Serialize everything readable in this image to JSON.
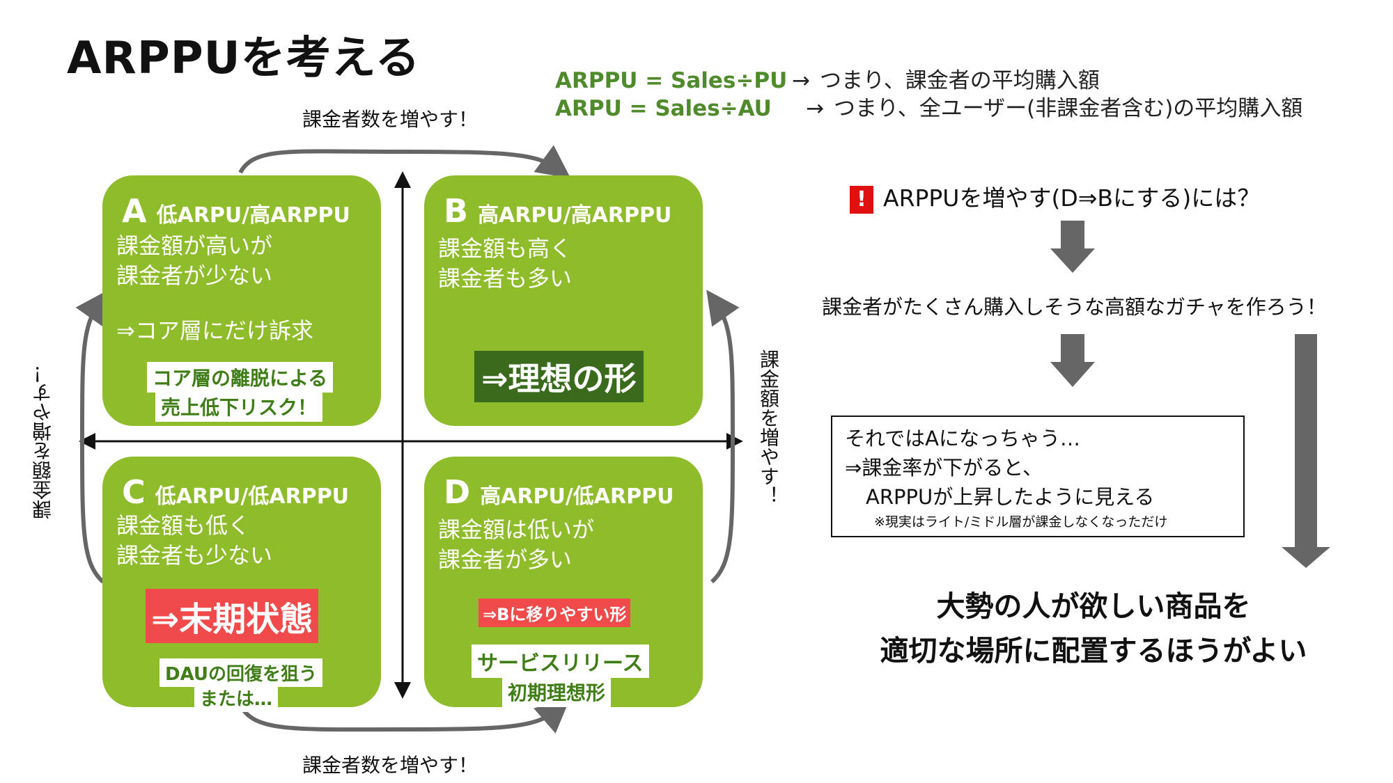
{
  "title": "ARPPUを考える",
  "definitions": [
    {
      "formula": "ARPPU = Sales÷PU",
      "arrow": "→",
      "meaning": "つまり、課金者の平均購入額"
    },
    {
      "formula": "ARPU = Sales÷AU",
      "arrow": "→",
      "meaning": "つまり、全ユーザー(非課金者含む)の平均購入額"
    }
  ],
  "side_labels": {
    "top": "課金者数を増やす！",
    "bottom": "課金者数を増やす！",
    "left": "課金額を増やす！",
    "right": "課金額を増やす！"
  },
  "quadrants": {
    "A": {
      "letter": "A",
      "title": "低ARPU/高ARPPU",
      "desc": "課金額が高いが\n課金者が少ない",
      "note": "⇒コア層にだけ訴求",
      "tag_line1": "コア層の離脱による",
      "tag_line2": "売上低下リスク！"
    },
    "B": {
      "letter": "B",
      "title": "高ARPU/高ARPPU",
      "desc": "課金額も高く\n課金者も多い",
      "tag": "⇒理想の形"
    },
    "C": {
      "letter": "C",
      "title": "低ARPU/低ARPPU",
      "desc": "課金額も低く\n課金者も少ない",
      "tag": "⇒末期状態",
      "sub_line1": "DAUの回復を狙う",
      "sub_line2": "または…"
    },
    "D": {
      "letter": "D",
      "title": "高ARPU/低ARPPU",
      "desc": "課金額は低いが\n課金者が多い",
      "tag": "⇒Bに移りやすい形",
      "sub_line1": "サービスリリース",
      "sub_line2": "初期理想形"
    }
  },
  "flow": {
    "warning_icon": "!",
    "question": "ARPPUを増やす(D⇒Bにする)には？",
    "step": "課金者がたくさん購入しそうな高額なガチャを作ろう！",
    "box_line1": "それではAになっちゃう…",
    "box_line2": "⇒課金率が下がると、",
    "box_line3": "ARPPUが上昇したように見える",
    "box_note": "※現実はライト/ミドル層が課金しなくなっただけ",
    "conclusion": "大勢の人が欲しい商品を\n適切な場所に配置するほうがよい"
  },
  "colors": {
    "green": "#8fbc2a",
    "dark_green": "#3a6b1c",
    "formula_green": "#4f8a2b",
    "red": "#f04a4a",
    "warning_red": "#e01010",
    "arrow_gray": "#666666"
  }
}
